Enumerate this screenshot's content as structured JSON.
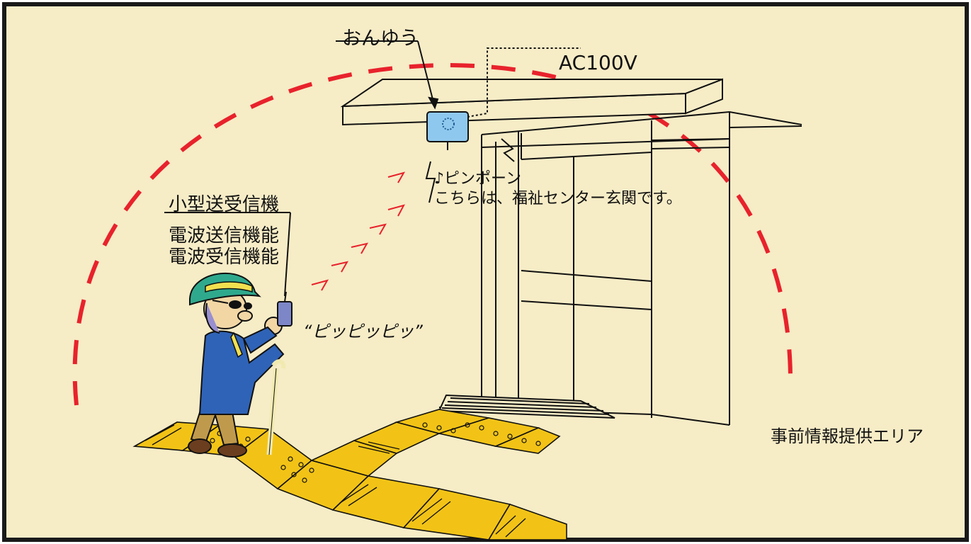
{
  "labels": {
    "speaker_unit": "おんゆう",
    "power": "AC100V",
    "chime": "♪ピンポーン",
    "announcement": "こちらは、福祉センター玄関です。",
    "device_name": "小型送受信機",
    "device_function_1": "電波送信機能",
    "device_function_2": "電波受信機能",
    "beep_sound": "“ピッピッピッ”",
    "area_name": "事前情報提供エリア"
  },
  "colors": {
    "background": "#f6ecc6",
    "range_arc": "#e8222c",
    "tactile_paving": "#f2c316",
    "speaker_unit": "#8fc8ee",
    "coat": "#2f63b7",
    "hat": "#2fa98d"
  }
}
